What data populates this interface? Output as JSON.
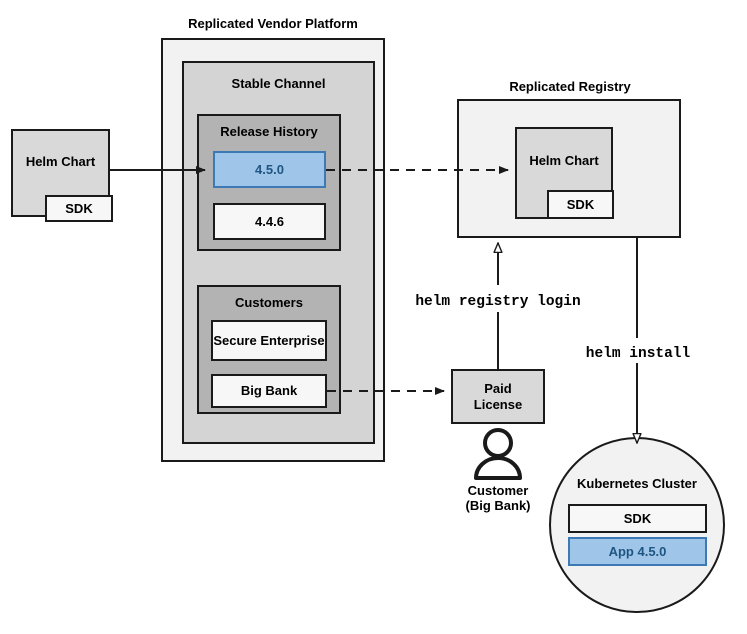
{
  "diagram": {
    "title_platform": "Replicated Vendor Platform",
    "title_registry": "Replicated Registry"
  },
  "source_chart": {
    "main_label": "Helm Chart",
    "sdk_label": "SDK"
  },
  "platform": {
    "channel_label": "Stable Channel",
    "release_history": {
      "label": "Release History",
      "releases": [
        {
          "version": "4.5.0",
          "highlighted": true
        },
        {
          "version": "4.4.6",
          "highlighted": false
        }
      ]
    },
    "customers": {
      "label": "Customers",
      "items": [
        {
          "name": "Secure Enterprise"
        },
        {
          "name": "Big Bank"
        }
      ]
    }
  },
  "registry": {
    "chart_label": "Helm Chart",
    "sdk_label": "SDK"
  },
  "license": {
    "label_line1": "Paid",
    "label_line2": "License"
  },
  "customer_actor": {
    "label_line1": "Customer",
    "label_line2": "(Big Bank)",
    "icon": "person-icon"
  },
  "commands": {
    "registry_login": "helm registry login",
    "install": "helm install"
  },
  "cluster": {
    "label": "Kubernetes Cluster",
    "items": [
      {
        "name": "SDK",
        "highlighted": false
      },
      {
        "name": "App 4.5.0",
        "highlighted": true
      }
    ]
  },
  "colors": {
    "highlight_fill": "#9fc5e8",
    "highlight_border": "#3d7ab5",
    "highlight_text": "#1f5582",
    "stroke": "#1a1a1a",
    "gray_outer": "#f2f2f2",
    "gray_mid": "#d4d4d4",
    "gray_inner": "#b3b3b3",
    "gray_node": "#d9d9d9",
    "white_node": "#f7f7f7"
  }
}
